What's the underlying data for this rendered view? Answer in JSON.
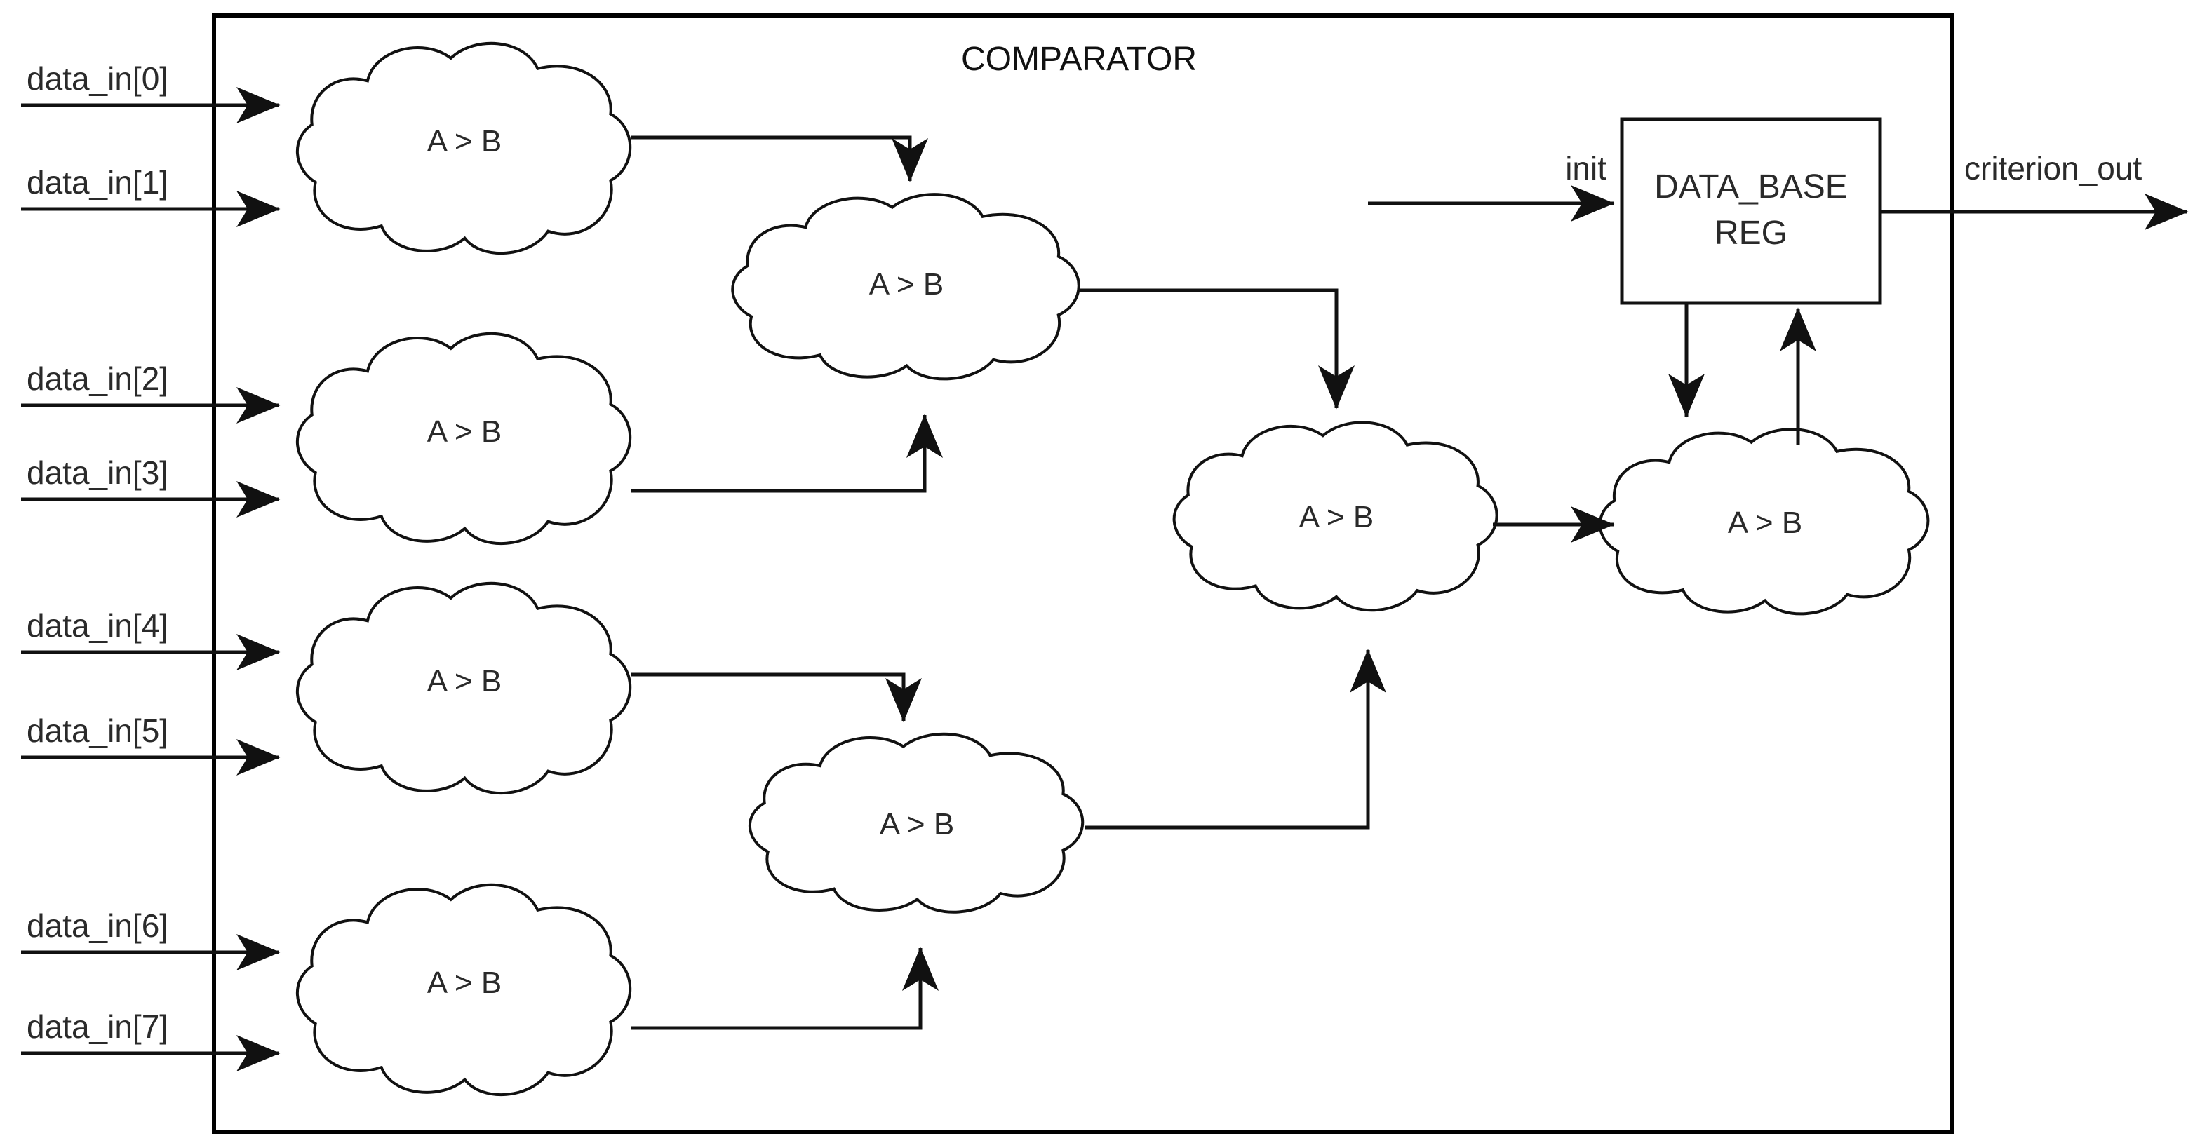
{
  "diagram": {
    "title": "COMPARATOR",
    "module_label": "COMPARATOR",
    "colors": {
      "background": "#ffffff",
      "stroke": "#111111",
      "frame": "#000000",
      "text": "#2a2a2a"
    }
  },
  "inputs": [
    {
      "label": "data_in[0]"
    },
    {
      "label": "data_in[1]"
    },
    {
      "label": "data_in[2]"
    },
    {
      "label": "data_in[3]"
    },
    {
      "label": "data_in[4]"
    },
    {
      "label": "data_in[5]"
    },
    {
      "label": "data_in[6]"
    },
    {
      "label": "data_in[7]"
    }
  ],
  "control": {
    "init_label": "init"
  },
  "outputs": [
    {
      "label": "criterion_out"
    }
  ],
  "comparators": [
    {
      "id": "cmp-s1-0",
      "label": "A > B",
      "stage": 1
    },
    {
      "id": "cmp-s1-1",
      "label": "A > B",
      "stage": 1
    },
    {
      "id": "cmp-s1-2",
      "label": "A > B",
      "stage": 1
    },
    {
      "id": "cmp-s1-3",
      "label": "A > B",
      "stage": 1
    },
    {
      "id": "cmp-s2-0",
      "label": "A > B",
      "stage": 2
    },
    {
      "id": "cmp-s2-1",
      "label": "A > B",
      "stage": 2
    },
    {
      "id": "cmp-s3-0",
      "label": "A > B",
      "stage": 3
    },
    {
      "id": "cmp-s4-0",
      "label": "A > B",
      "stage": 4
    }
  ],
  "register": {
    "line1": "DATA_BASE",
    "line2": "REG"
  }
}
